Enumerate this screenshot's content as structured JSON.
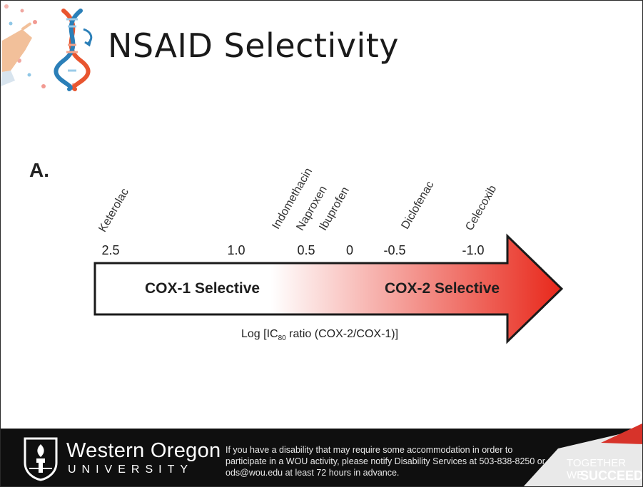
{
  "slide": {
    "title": "NSAID Selectivity",
    "figure_letter": "A."
  },
  "diagram": {
    "drugs": [
      {
        "name": "Keterolac"
      },
      {
        "name": "Indomethacin"
      },
      {
        "name": "Naproxen"
      },
      {
        "name": "Ibuprofen"
      },
      {
        "name": "Diclofenac"
      },
      {
        "name": "Celecoxib"
      }
    ],
    "ticks": [
      "2.5",
      "1.0",
      "0.5",
      "0",
      "-0.5",
      "-1.0"
    ],
    "left_zone": "COX-1 Selective",
    "right_zone": "COX-2 Selective",
    "axis_label_pre": "Log [IC",
    "axis_label_sub": "80",
    "axis_label_post": " ratio (COX-2/COX-1)]",
    "colors": {
      "start": "#ffffff",
      "end": "#e8281b"
    }
  },
  "footer": {
    "university_name": "Western Oregon",
    "university_sub": "UNIVERSITY",
    "notice": "If you have a disability that may require some accommodation in order to participate in a WOU activity, please notify Disability Services at 503-838-8250 or ods@wou.edu at least 72 hours in advance.",
    "tagline_1": "TOGETHER WE",
    "tagline_2": "SUCCEED"
  }
}
